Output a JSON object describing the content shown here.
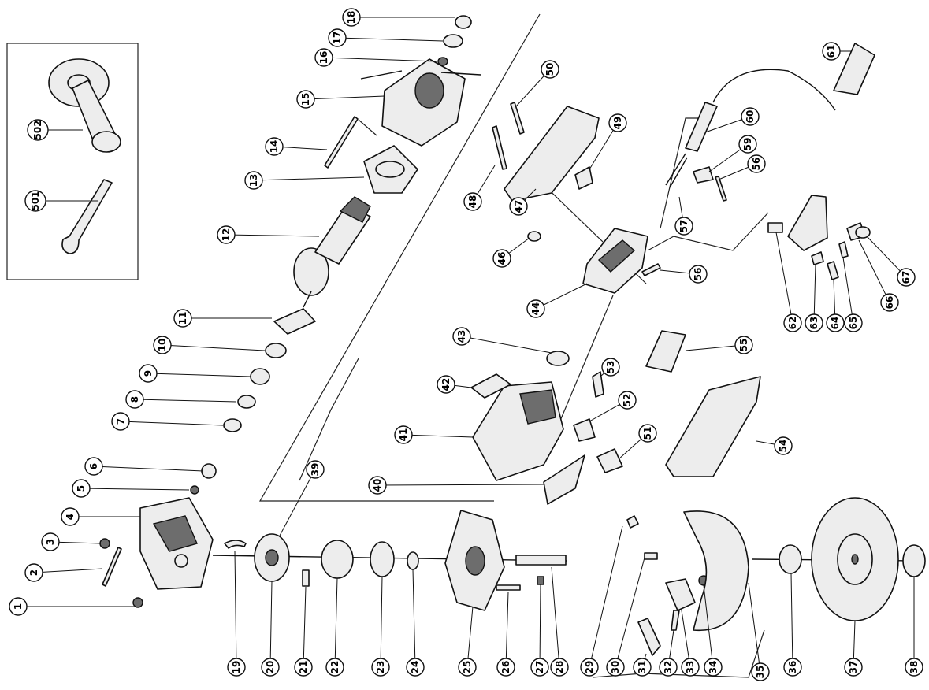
{
  "figure": {
    "type": "exploded parts diagram",
    "subject": "angle grinder",
    "accessory_inset_parts": [
      "502",
      "501"
    ]
  },
  "callouts": [
    {
      "id": "c1",
      "label": "1"
    },
    {
      "id": "c2",
      "label": "2"
    },
    {
      "id": "c3",
      "label": "3"
    },
    {
      "id": "c4",
      "label": "4"
    },
    {
      "id": "c5",
      "label": "5"
    },
    {
      "id": "c6",
      "label": "6"
    },
    {
      "id": "c7",
      "label": "7"
    },
    {
      "id": "c8",
      "label": "8"
    },
    {
      "id": "c9",
      "label": "9"
    },
    {
      "id": "c10",
      "label": "10"
    },
    {
      "id": "c11",
      "label": "11"
    },
    {
      "id": "c12",
      "label": "12"
    },
    {
      "id": "c13",
      "label": "13"
    },
    {
      "id": "c14",
      "label": "14"
    },
    {
      "id": "c15",
      "label": "15"
    },
    {
      "id": "c16",
      "label": "16"
    },
    {
      "id": "c17",
      "label": "17"
    },
    {
      "id": "c18",
      "label": "18"
    },
    {
      "id": "c19",
      "label": "19"
    },
    {
      "id": "c20",
      "label": "20"
    },
    {
      "id": "c21",
      "label": "21"
    },
    {
      "id": "c22",
      "label": "22"
    },
    {
      "id": "c23",
      "label": "23"
    },
    {
      "id": "c24",
      "label": "24"
    },
    {
      "id": "c25",
      "label": "25"
    },
    {
      "id": "c26",
      "label": "26"
    },
    {
      "id": "c27",
      "label": "27"
    },
    {
      "id": "c28",
      "label": "28"
    },
    {
      "id": "c29",
      "label": "29"
    },
    {
      "id": "c30",
      "label": "30"
    },
    {
      "id": "c31",
      "label": "31"
    },
    {
      "id": "c32",
      "label": "32"
    },
    {
      "id": "c33",
      "label": "33"
    },
    {
      "id": "c34",
      "label": "34"
    },
    {
      "id": "c35",
      "label": "35"
    },
    {
      "id": "c36",
      "label": "36"
    },
    {
      "id": "c37",
      "label": "37"
    },
    {
      "id": "c38",
      "label": "38"
    },
    {
      "id": "c39",
      "label": "39"
    },
    {
      "id": "c40",
      "label": "40"
    },
    {
      "id": "c41",
      "label": "41"
    },
    {
      "id": "c42",
      "label": "42"
    },
    {
      "id": "c43",
      "label": "43"
    },
    {
      "id": "c44",
      "label": "44"
    },
    {
      "id": "c46",
      "label": "46"
    },
    {
      "id": "c47",
      "label": "47"
    },
    {
      "id": "c48",
      "label": "48"
    },
    {
      "id": "c49",
      "label": "49"
    },
    {
      "id": "c50",
      "label": "50"
    },
    {
      "id": "c51",
      "label": "51"
    },
    {
      "id": "c52",
      "label": "52"
    },
    {
      "id": "c53",
      "label": "53"
    },
    {
      "id": "c54",
      "label": "54"
    },
    {
      "id": "c55",
      "label": "55"
    },
    {
      "id": "c56a",
      "label": "56"
    },
    {
      "id": "c56b",
      "label": "56"
    },
    {
      "id": "c57",
      "label": "57"
    },
    {
      "id": "c59",
      "label": "59"
    },
    {
      "id": "c60",
      "label": "60"
    },
    {
      "id": "c61",
      "label": "61"
    },
    {
      "id": "c62",
      "label": "62"
    },
    {
      "id": "c63",
      "label": "63"
    },
    {
      "id": "c64",
      "label": "64"
    },
    {
      "id": "c65",
      "label": "65"
    },
    {
      "id": "c66",
      "label": "66"
    },
    {
      "id": "c67",
      "label": "67"
    },
    {
      "id": "c501",
      "label": "501"
    },
    {
      "id": "c502",
      "label": "502"
    }
  ]
}
